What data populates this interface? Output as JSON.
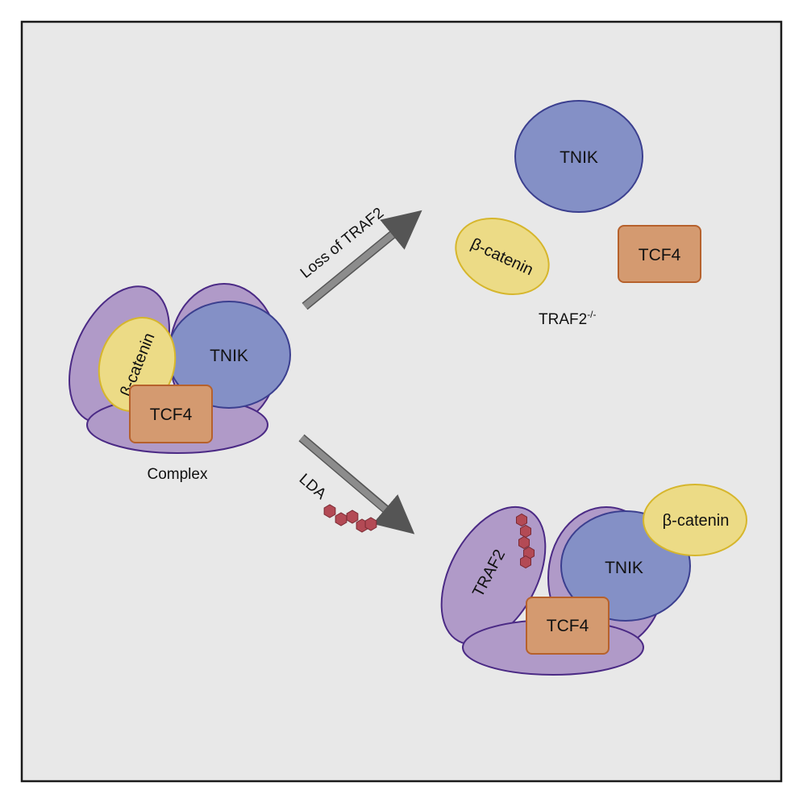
{
  "colors": {
    "panel_bg": "#e8e8e8",
    "panel_border": "#1a1a1a",
    "traf2_fill": "#b09ac8",
    "traf2_stroke": "#4b2a85",
    "tnik_fill": "#8490c6",
    "tnik_stroke": "#3b3f8f",
    "catenin_fill": "#ecdb86",
    "catenin_stroke": "#d6b62c",
    "tcf4_fill": "#d49a70",
    "tcf4_stroke": "#b6612c",
    "arrow_fill": "#8c8c8c",
    "arrow_stroke": "#555555",
    "drug_fill": "#b34a55",
    "drug_stroke": "#7a2a33"
  },
  "complex": {
    "tnik": "TNIK",
    "beta_catenin": "β-catenin",
    "tcf4": "TCF4",
    "caption": "Complex"
  },
  "traf2_loss": {
    "arrow_label": "Loss of TRAF2",
    "tnik": "TNIK",
    "beta_catenin": "β-catenin",
    "tcf4": "TCF4",
    "genotype": "TRAF2",
    "genotype_superscript": "-/-"
  },
  "lda": {
    "arrow_label": "LDA",
    "drug_icon": "hexagon-chain-icon",
    "traf2": "TRAF2",
    "tnik": "TNIK",
    "beta_catenin": "β-catenin",
    "tcf4": "TCF4"
  }
}
